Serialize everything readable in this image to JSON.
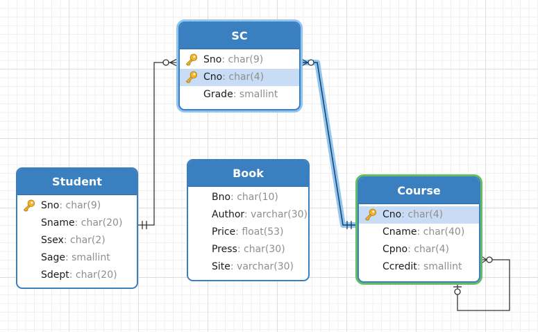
{
  "entities": {
    "sc": {
      "title": "SC",
      "attributes": [
        {
          "name": "Sno",
          "type": ": char(9)",
          "key": true,
          "highlight": false
        },
        {
          "name": "Cno",
          "type": ": char(4)",
          "key": true,
          "highlight": true
        },
        {
          "name": "Grade",
          "type": ": smallint",
          "key": false,
          "highlight": false
        }
      ]
    },
    "student": {
      "title": "Student",
      "attributes": [
        {
          "name": "Sno",
          "type": ": char(9)",
          "key": true
        },
        {
          "name": "Sname",
          "type": ": char(20)",
          "key": false
        },
        {
          "name": "Ssex",
          "type": ": char(2)",
          "key": false
        },
        {
          "name": "Sage",
          "type": ": smallint",
          "key": false
        },
        {
          "name": "Sdept",
          "type": ": char(20)",
          "key": false
        }
      ]
    },
    "book": {
      "title": "Book",
      "attributes": [
        {
          "name": "Bno",
          "type": ": char(10)",
          "key": false
        },
        {
          "name": "Author",
          "type": ": varchar(30)",
          "key": false
        },
        {
          "name": "Price",
          "type": ": float(53)",
          "key": false
        },
        {
          "name": "Press",
          "type": ": char(30)",
          "key": false
        },
        {
          "name": "Site",
          "type": ": varchar(30)",
          "key": false
        }
      ]
    },
    "course": {
      "title": "Course",
      "attributes": [
        {
          "name": "Cno",
          "type": ": char(4)",
          "key": true,
          "highlight": true
        },
        {
          "name": "Cname",
          "type": ": char(40)",
          "key": false
        },
        {
          "name": "Cpno",
          "type": ": char(4)",
          "key": false
        },
        {
          "name": "Ccredit",
          "type": ": smallint",
          "key": false
        }
      ]
    }
  },
  "colors": {
    "entity_header": "#3a7fc0",
    "selection_blue": "#8ec5f2",
    "selection_green": "#64bd64",
    "key_icon": "#f2b529",
    "row_highlight": "#c8ddf5",
    "connector": "#333333"
  },
  "icons": {
    "key": "key-icon"
  }
}
